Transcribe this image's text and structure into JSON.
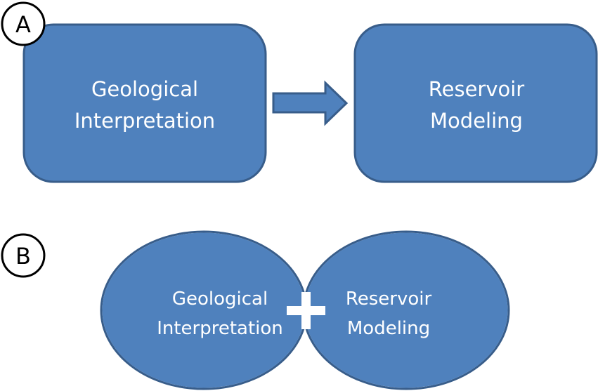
{
  "colors": {
    "shape_fill": "#4F81BD",
    "shape_border": "#385D8A",
    "text": "#FFFFFF",
    "label_border": "#000000"
  },
  "panel_a": {
    "label": "A",
    "box_left": {
      "line1": "Geological",
      "line2": "Interpretation"
    },
    "arrow": "right-arrow",
    "box_right": {
      "line1": "Reservoir",
      "line2": "Modeling"
    }
  },
  "panel_b": {
    "label": "B",
    "ellipse_left": {
      "line1": "Geological",
      "line2": "Interpretation"
    },
    "operator": "+",
    "ellipse_right": {
      "line1": "Reservoir",
      "line2": "Modeling"
    }
  }
}
